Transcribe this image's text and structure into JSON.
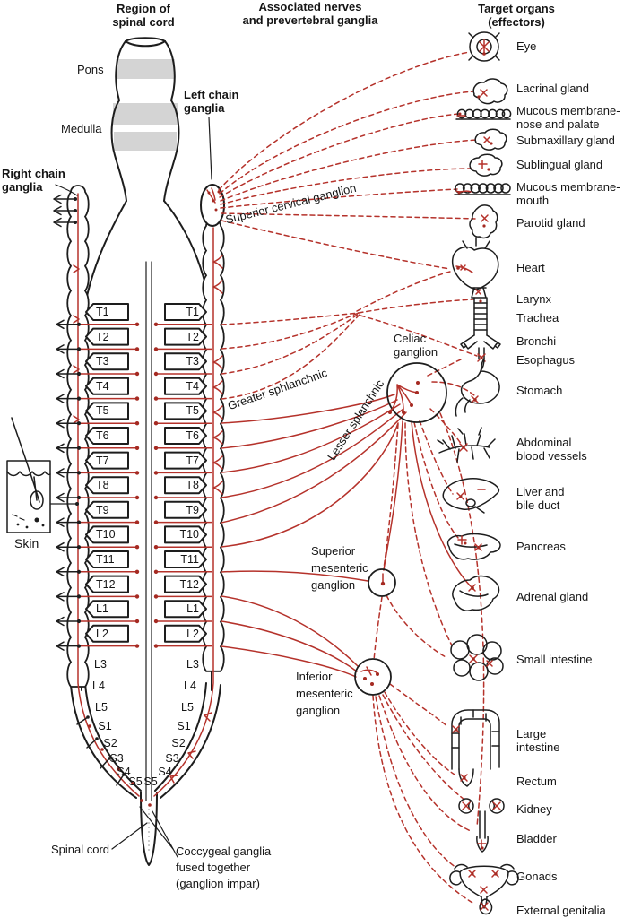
{
  "colors": {
    "red": "#b5322b",
    "black": "#1d1d1d",
    "gray_band": "#d4d4d4"
  },
  "headers": {
    "region_of_spinal_cord": "Region of\nspinal cord",
    "associated_nerves": "Associated nerves\nand prevertebral ganglia",
    "target_organs": "Target organs (effectors)"
  },
  "brainstem": {
    "pons": "Pons",
    "medulla": "Medulla"
  },
  "chain_labels": {
    "right": "Right chain\nganglia",
    "left": "Left chain\nganglia",
    "superior_cervical": "Superior cervical ganglion"
  },
  "nerves": {
    "greater": "Greater sphlanchnic",
    "lesser": "Lesser splanchnic"
  },
  "prevertebral_ganglia": {
    "celiac": "Celiac\nganglion",
    "superior_mesenteric": "Superior\nmesenteric\nganglion",
    "inferior_mesenteric": "Inferior\nmesenteric\nganglion"
  },
  "skin": "Skin",
  "footer": {
    "spinal_cord": "Spinal cord",
    "coccygeal": "Coccygeal ganglia\nfused together\n(ganglion impar)"
  },
  "segments": {
    "boxed": [
      "T1",
      "T2",
      "T3",
      "T4",
      "T5",
      "T6",
      "T7",
      "T8",
      "T9",
      "T10",
      "T11",
      "T12",
      "L1",
      "L2"
    ],
    "tapered": [
      "L3",
      "L4",
      "L5",
      "S1",
      "S2",
      "S3",
      "S4",
      "S5"
    ]
  },
  "organs": [
    {
      "label": "Eye"
    },
    {
      "label": "Lacrinal gland"
    },
    {
      "label": "Mucous membrane-\nnose and palate"
    },
    {
      "label": "Submaxillary gland"
    },
    {
      "label": "Sublingual gland"
    },
    {
      "label": "Mucous membrane-\nmouth"
    },
    {
      "label": "Parotid gland"
    },
    {
      "label": "Heart"
    },
    {
      "label": "Larynx"
    },
    {
      "label": "Trachea"
    },
    {
      "label": "Bronchi"
    },
    {
      "label": "Esophagus"
    },
    {
      "label": "Stomach"
    },
    {
      "label": "Abdominal\nblood vessels"
    },
    {
      "label": "Liver and\nbile duct"
    },
    {
      "label": "Pancreas"
    },
    {
      "label": "Adrenal gland"
    },
    {
      "label": "Small intestine"
    },
    {
      "label": "Large\nintestine"
    },
    {
      "label": "Rectum"
    },
    {
      "label": "Kidney"
    },
    {
      "label": "Bladder"
    },
    {
      "label": "Gonads"
    },
    {
      "label": "External genitalia"
    }
  ]
}
